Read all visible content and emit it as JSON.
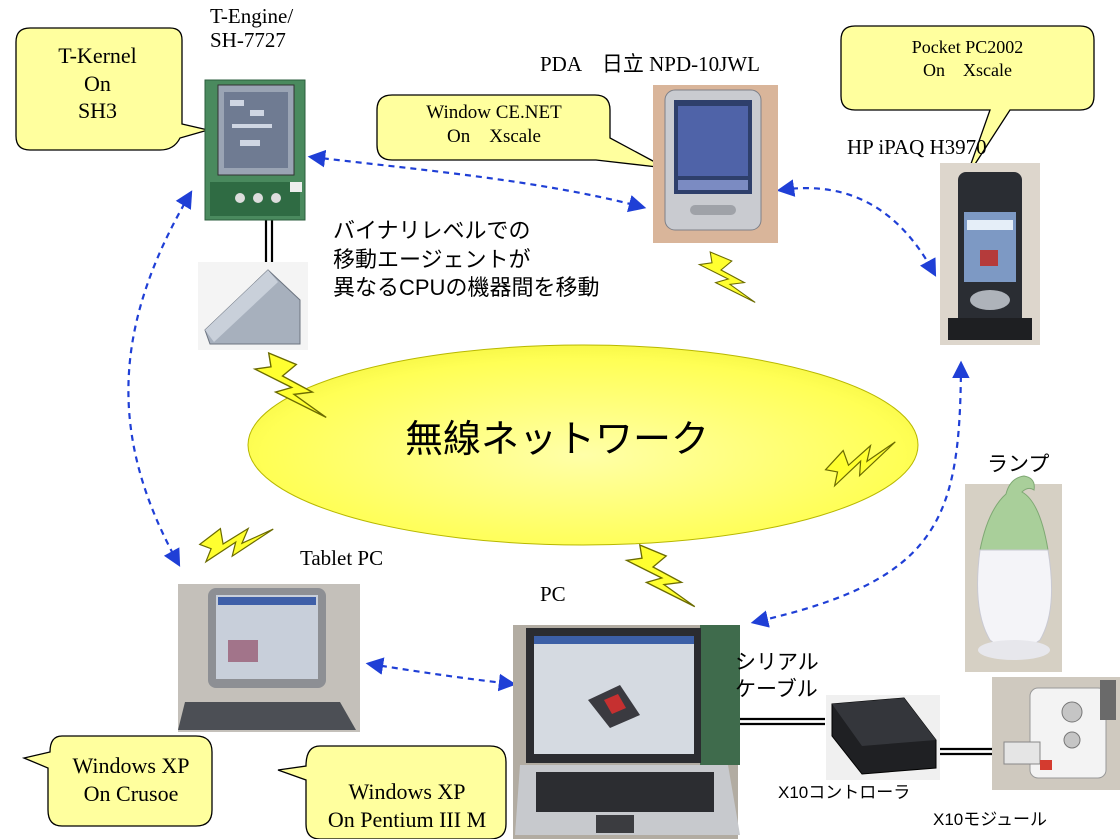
{
  "network": {
    "label": "無線ネットワーク"
  },
  "message": {
    "line1": "バイナリレベルでの",
    "line2": "移動エージェントが",
    "line3": "異なるCPUの機器間を移動"
  },
  "devices": {
    "tengine": {
      "name_line1": "T-Engine/",
      "name_line2": "SH-7727",
      "os_line1": "T-Kernel",
      "os_line2": "On",
      "os_line3": "SH3"
    },
    "pda": {
      "name": "PDA　日立 NPD-10JWL",
      "os_line1": "Window CE.NET",
      "os_line2": "On　Xscale"
    },
    "ipaq": {
      "name": "HP iPAQ H3970",
      "os_line1": "Pocket PC2002",
      "os_line2": "On　Xscale"
    },
    "tablet": {
      "name": "Tablet PC",
      "os_line1": "Windows XP",
      "os_line2": "On Crusoe"
    },
    "pc": {
      "name": "PC",
      "os_line1": "Windows XP",
      "os_line2": "On Pentium III M"
    },
    "lamp": {
      "name": "ランプ"
    },
    "cable": {
      "line1": "シリアル",
      "line2": "ケーブル"
    },
    "x10_controller": {
      "name": "X10コントローラ"
    },
    "x10_module": {
      "name": "X10モジュール"
    }
  },
  "colors": {
    "ellipse": "#ffff70",
    "callout_fill": "#ffff9e",
    "arrow": "#1f3fd6",
    "bolt": "#ffff33"
  }
}
